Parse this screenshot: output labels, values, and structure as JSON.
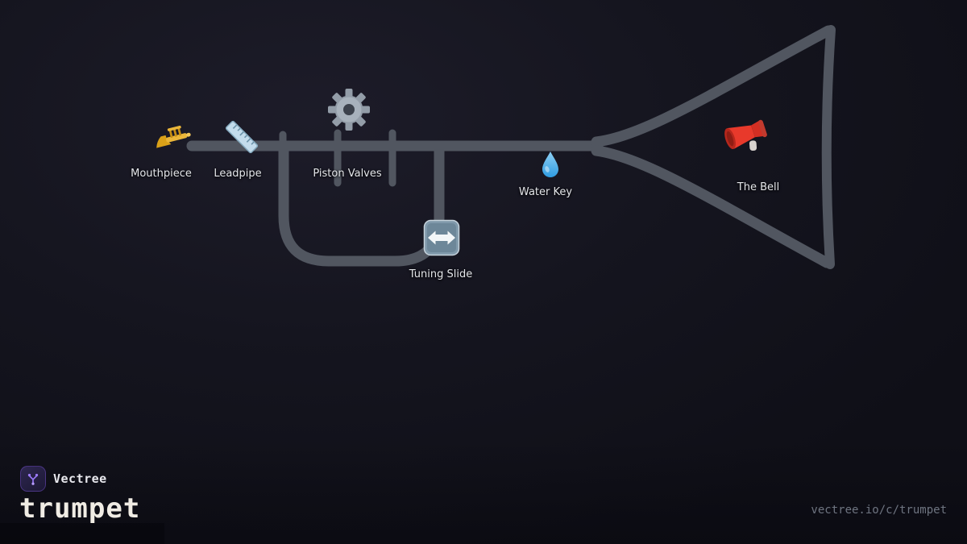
{
  "diagram": {
    "nodes": [
      {
        "id": "mouthpiece",
        "label": "Mouthpiece",
        "icon": "trumpet-icon"
      },
      {
        "id": "leadpipe",
        "label": "Leadpipe",
        "icon": "ruler-icon"
      },
      {
        "id": "piston-valves",
        "label": "Piston Valves",
        "icon": "gear-icon"
      },
      {
        "id": "water-key",
        "label": "Water Key",
        "icon": "droplet-icon"
      },
      {
        "id": "tuning-slide",
        "label": "Tuning Slide",
        "icon": "left-right-arrow-icon"
      },
      {
        "id": "the-bell",
        "label": "The Bell",
        "icon": "megaphone-icon"
      }
    ]
  },
  "footer": {
    "brand_name": "Vectree",
    "page_title": "trumpet",
    "share_url": "vectree.io/c/trumpet"
  },
  "colors": {
    "background": "#15151f",
    "tube": "#515660",
    "label_text": "#e4e6ea",
    "brand_purple": "#9d7bff",
    "url_text": "#6e7480",
    "droplet_blue": "#2f9de2",
    "megaphone_red": "#e8392b"
  }
}
